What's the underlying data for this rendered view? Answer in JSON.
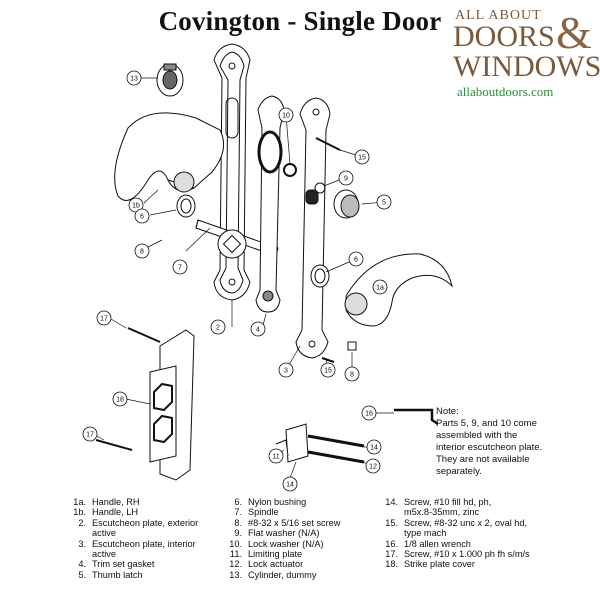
{
  "title": "Covington - Single Door",
  "logo": {
    "line1": "ALL ABOUT",
    "line2": "DOORS",
    "ampersand": "&",
    "line3": "WINDOWS",
    "url": "allaboutdoors.com"
  },
  "callouts": [
    "13",
    "1b",
    "6",
    "7",
    "8",
    "2",
    "4",
    "10",
    "15",
    "9",
    "5",
    "6",
    "1a",
    "15",
    "8",
    "3",
    "17",
    "18",
    "17",
    "16",
    "14",
    "12",
    "11",
    "14"
  ],
  "note": {
    "heading": "Note:",
    "lines": [
      "Parts 5, 9, and 10 come",
      "assembled with the",
      "interior escutcheon plate.",
      "They are not available",
      "separately."
    ]
  },
  "legend": {
    "col1": [
      {
        "num": "1a.",
        "text": "Handle, RH"
      },
      {
        "num": "1b.",
        "text": "Handle, LH"
      },
      {
        "num": "2.",
        "text": "Escutcheon plate, exterior"
      },
      {
        "num": "",
        "text": "active"
      },
      {
        "num": "3.",
        "text": "Escutcheon plate, interior"
      },
      {
        "num": "",
        "text": "active"
      },
      {
        "num": "4.",
        "text": "Trim set gasket"
      },
      {
        "num": "5.",
        "text": "Thumb latch"
      }
    ],
    "col2": [
      {
        "num": "6.",
        "text": "Nylon bushing"
      },
      {
        "num": "7.",
        "text": "Spindle"
      },
      {
        "num": "8.",
        "text": "#8-32 x 5/16 set screw"
      },
      {
        "num": "9.",
        "text": "Flat washer (N/A)"
      },
      {
        "num": "10.",
        "text": "Lock washer (N/A)"
      },
      {
        "num": "11.",
        "text": "Limiting plate"
      },
      {
        "num": "12.",
        "text": "Lock actuator"
      },
      {
        "num": "13.",
        "text": "Cylinder, dummy"
      }
    ],
    "col3": [
      {
        "num": "14.",
        "text": "Screw, #10 fill hd, ph,"
      },
      {
        "num": "",
        "text": "m5x.8-35mm, zinc"
      },
      {
        "num": "15.",
        "text": "Screw, #8-32 unc x 2, oval hd,"
      },
      {
        "num": "",
        "text": "type mach"
      },
      {
        "num": "16.",
        "text": "1/8 allen wrench"
      },
      {
        "num": "17.",
        "text": "Screw, #10 x 1.000 ph fh s/m/s"
      },
      {
        "num": "18.",
        "text": "Strike plate cover"
      }
    ]
  }
}
